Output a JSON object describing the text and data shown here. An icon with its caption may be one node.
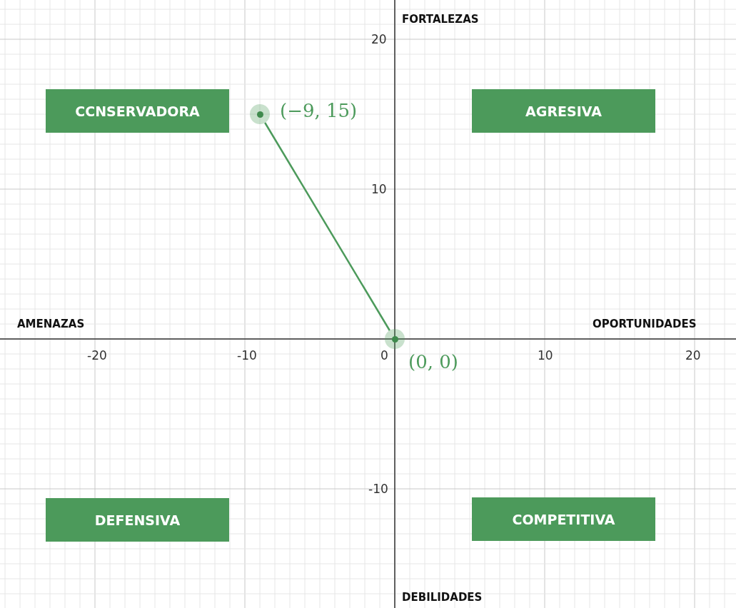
{
  "diagram": {
    "nodes": [
      {
        "text": [
          "CCNSERVADORA"
        ]
      },
      {
        "text": [],
        "shape": "circle",
        "beside": [
          "(−9, 15)"
        ]
      },
      {
        "text": [
          "AGRESIVA"
        ]
      },
      {
        "text": [],
        "shape": "circle",
        "beside": [
          "(0, 0)"
        ]
      },
      {
        "text": [
          "DEFENSIVA"
        ]
      },
      {
        "text": [
          "COMPETITIVA"
        ]
      }
    ],
    "edges": [
      {
        "from": 1,
        "to": 3,
        "arrow": "none"
      }
    ],
    "labels": [
      "FORTALEZAS",
      "20",
      "10",
      "AMENAZAS",
      "OPORTUNIDADES",
      "-20",
      "-10",
      "0",
      "10",
      "20",
      "-10",
      "DEBILIDADES"
    ]
  }
}
